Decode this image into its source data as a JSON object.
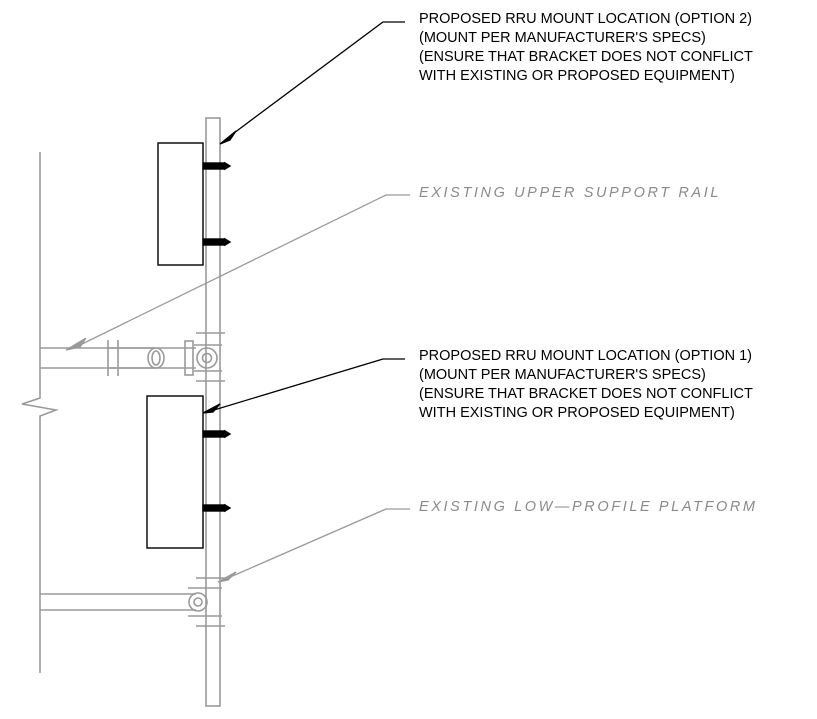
{
  "colors": {
    "existing": "#9a9a9a",
    "proposed": "#000000",
    "existing_text": "#8a8a8a"
  },
  "notes": {
    "option2": [
      "PROPOSED RRU MOUNT LOCATION (OPTION 2)",
      "(MOUNT PER MANUFACTURER'S SPECS)",
      "(ENSURE THAT BRACKET DOES NOT CONFLICT",
      "WITH EXISTING OR PROPOSED EQUIPMENT)"
    ],
    "upper_rail": "EXISTING UPPER SUPPORT RAIL",
    "option1": [
      "PROPOSED RRU MOUNT LOCATION (OPTION 1)",
      "(MOUNT PER MANUFACTURER'S SPECS)",
      "(ENSURE THAT BRACKET DOES NOT CONFLICT",
      "WITH EXISTING OR PROPOSED EQUIPMENT)"
    ],
    "platform": "EXISTING LOW—PROFILE PLATFORM"
  }
}
